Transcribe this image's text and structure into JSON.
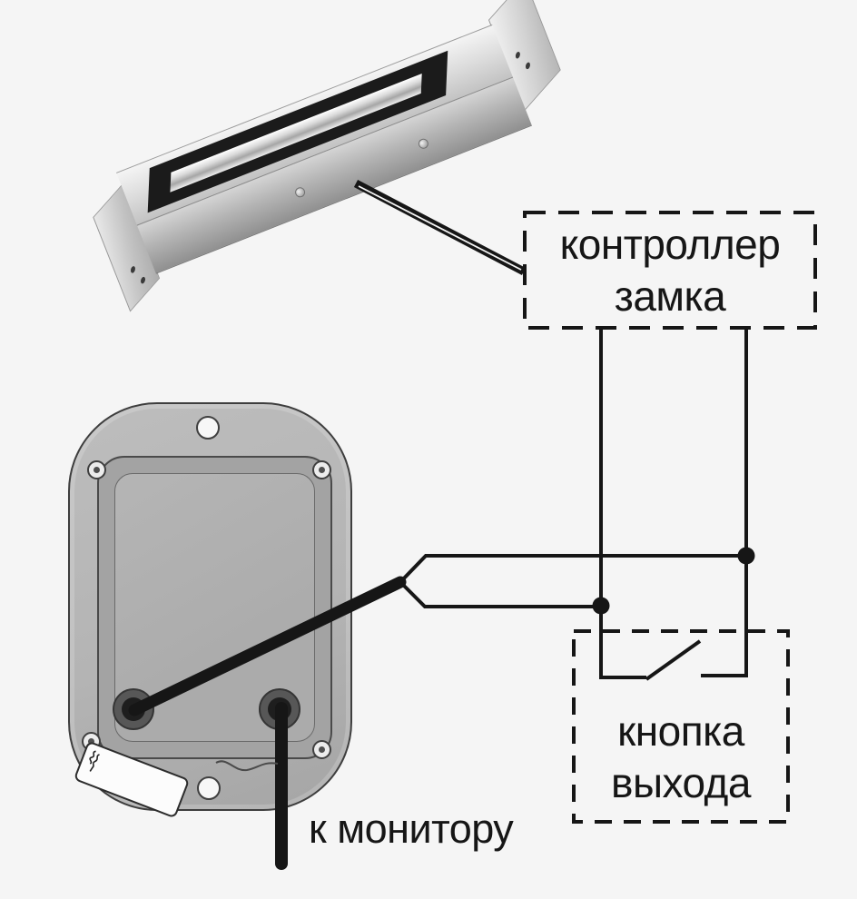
{
  "colors": {
    "background": "#f5f5f5",
    "line": "#161616",
    "text": "#161616",
    "device_body": "#b4b4b4",
    "device_frame": "#a3a3a3",
    "device_panel": "#ababab",
    "terminal": "#1e1e1e",
    "sticker": "#fcfcfc"
  },
  "boxes": {
    "controller": {
      "line1": "контроллер",
      "line2": "замка"
    },
    "exit_button": {
      "line1": "кнопка",
      "line2": "выхода"
    }
  },
  "labels": {
    "to_monitor": "к монитору"
  },
  "icons": {
    "junction_dot": "filled-circle",
    "switch_symbol": "open-spst-switch",
    "maglock": "electromagnetic-lock-photo",
    "intercom": "intercom-back-panel"
  }
}
